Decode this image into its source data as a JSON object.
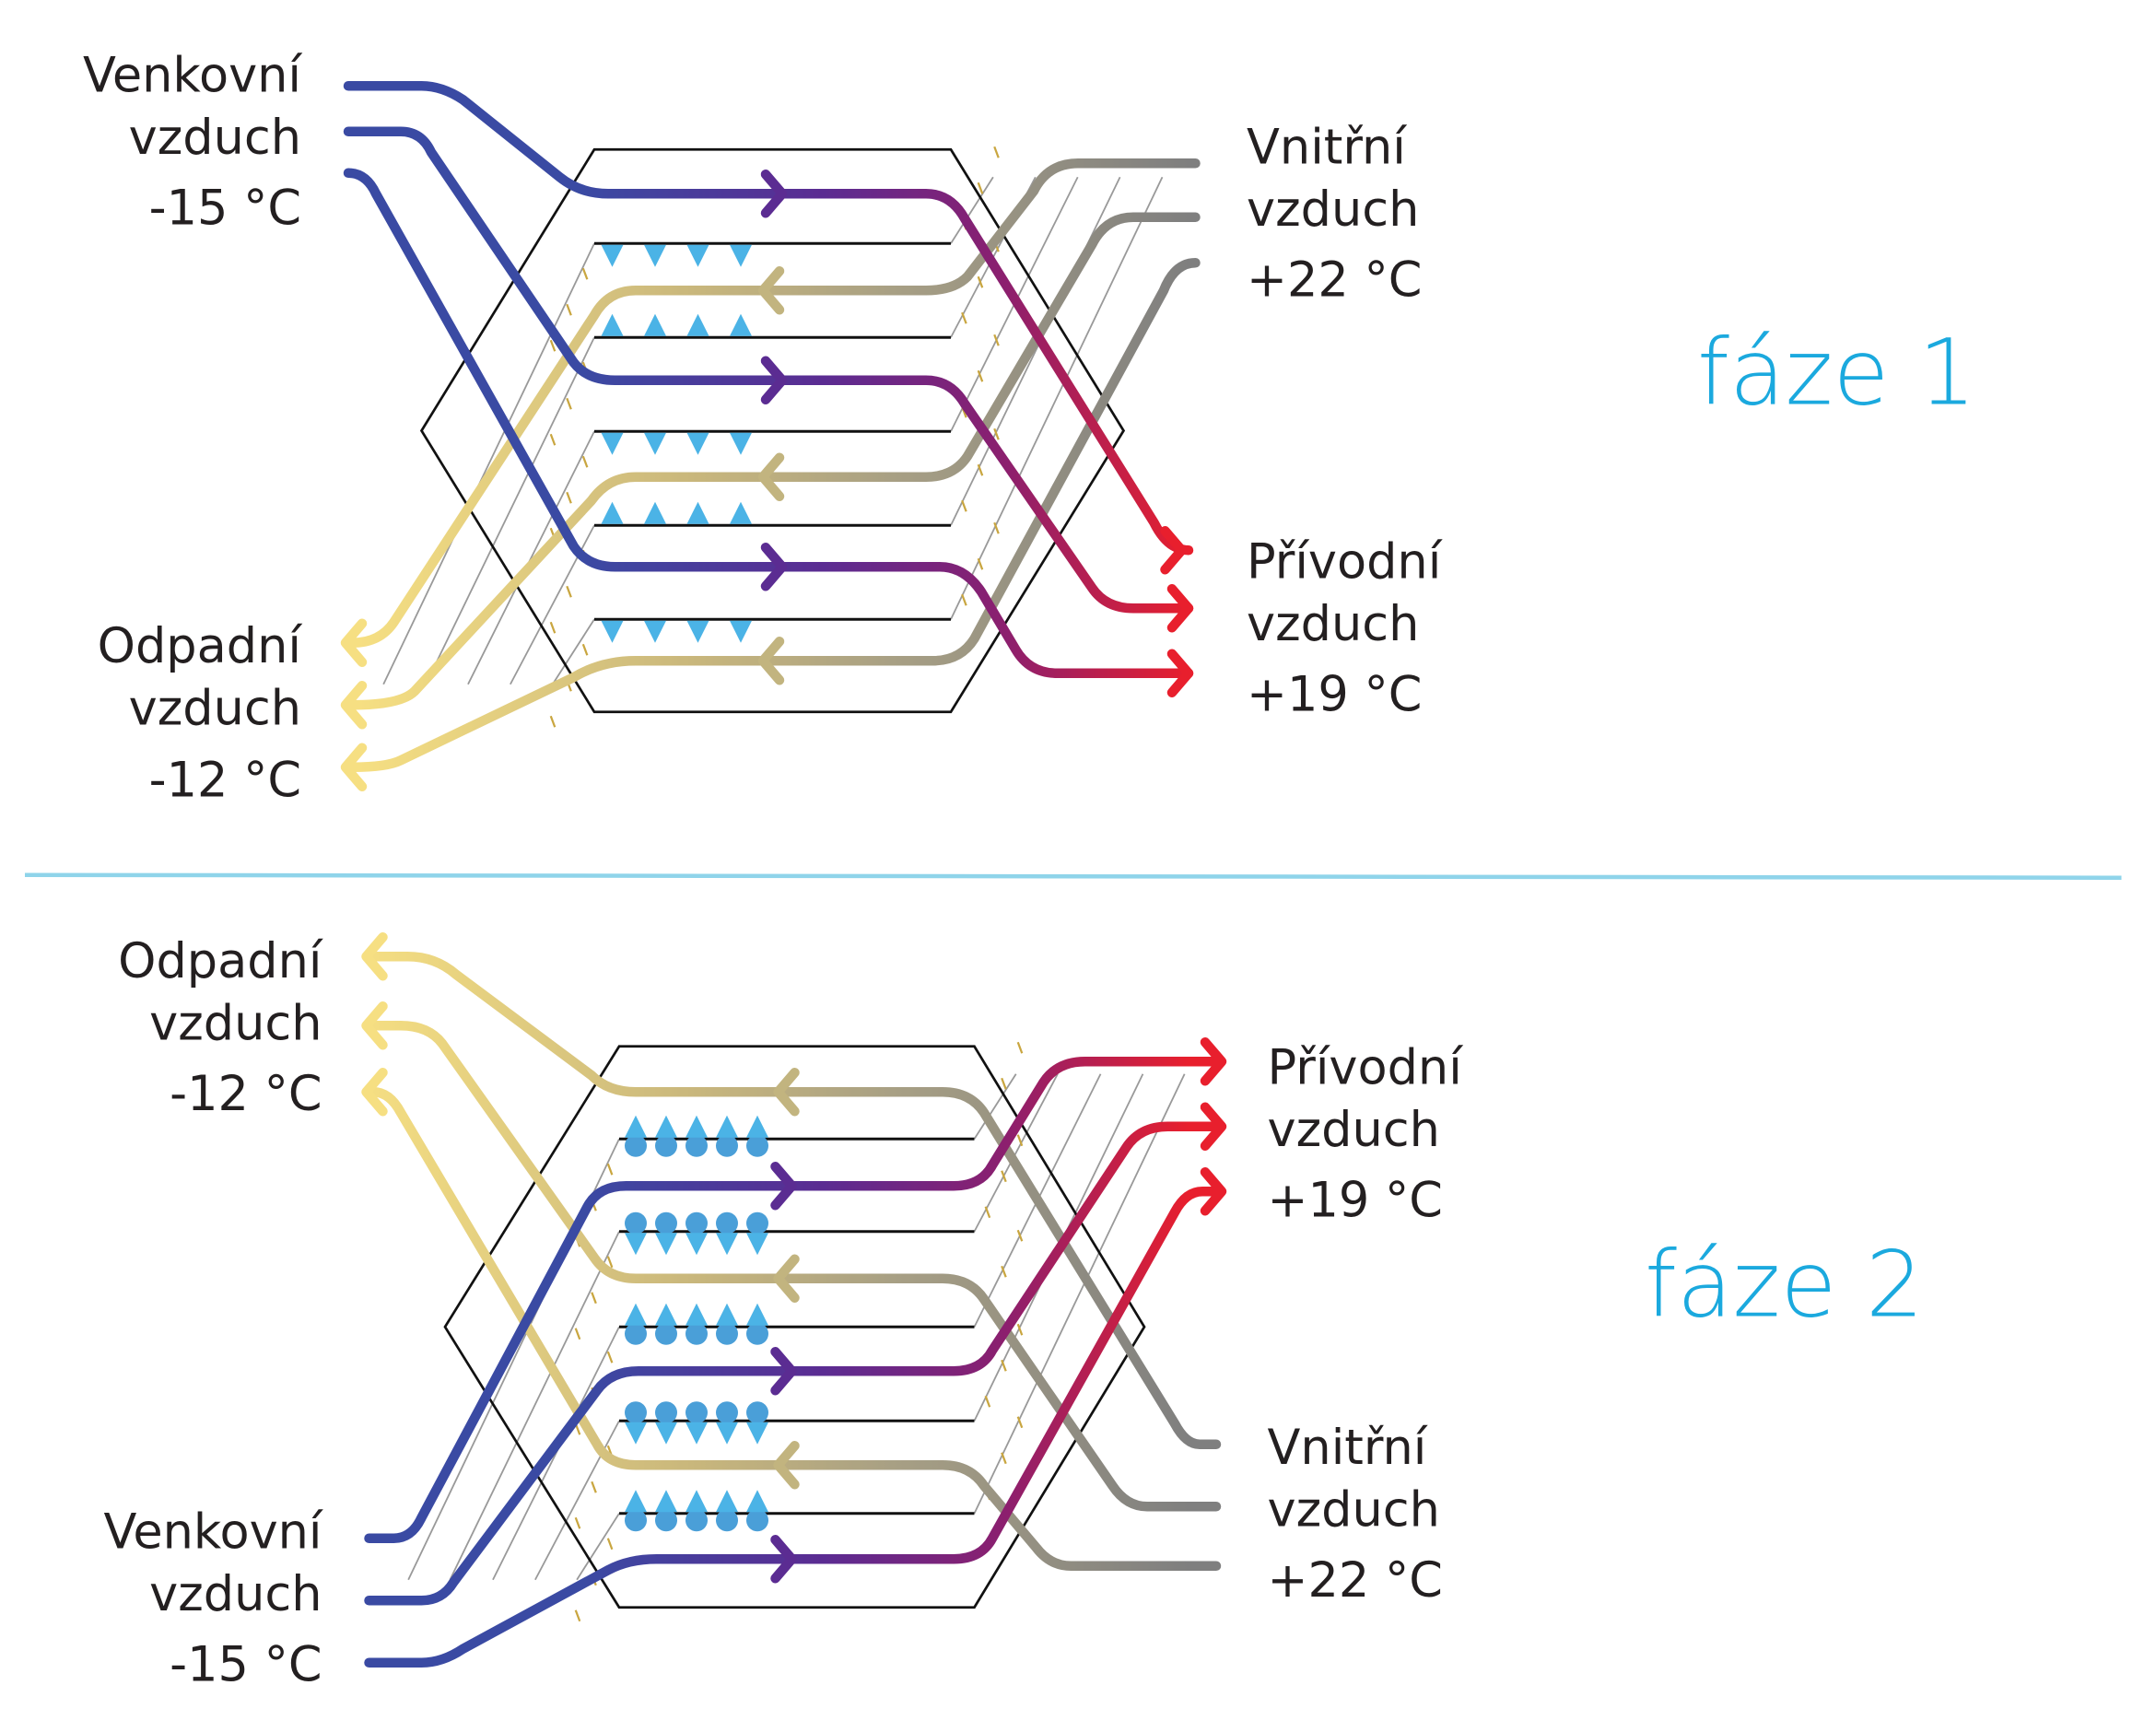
{
  "phase1": {
    "title": "fáze 1",
    "outdoor": {
      "line1": "Venkovní",
      "line2": "vzduch",
      "temp": "-15 °C"
    },
    "indoor": {
      "line1": "Vnitřní",
      "line2": "vzduch",
      "temp": "+22 °C"
    },
    "supply": {
      "line1": "Přívodní",
      "line2": "vzduch",
      "temp": "+19 °C"
    },
    "exhaust": {
      "line1": "Odpadní",
      "line2": "vzduch",
      "temp": "-12 °C"
    }
  },
  "phase2": {
    "title": "fáze 2",
    "outdoor": {
      "line1": "Venkovní",
      "line2": "vzduch",
      "temp": "-15 °C"
    },
    "indoor": {
      "line1": "Vnitřní",
      "line2": "vzduch",
      "temp": "+22 °C"
    },
    "supply": {
      "line1": "Přívodní",
      "line2": "vzduch",
      "temp": "+19 °C"
    },
    "exhaust": {
      "line1": "Odpadní",
      "line2": "vzduch",
      "temp": "-12 °C"
    }
  },
  "colors": {
    "outdoor": "#3a4aa3",
    "supply": "#e81f2d",
    "indoor": "#7f7f7f",
    "exhaust": "#f6df82",
    "condensate": "#4bb3e6",
    "phase": "#1ba9de",
    "separator": "#8fd4ea"
  }
}
